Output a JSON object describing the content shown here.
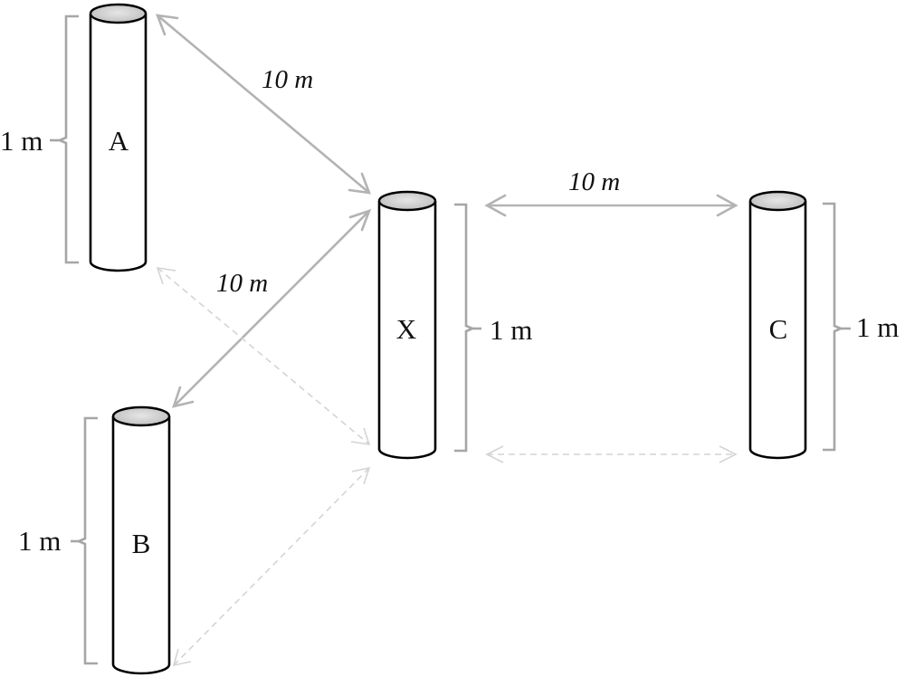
{
  "diagram": {
    "cylinders": [
      {
        "id": "A",
        "label": "A",
        "height_label": "1 m"
      },
      {
        "id": "B",
        "label": "B",
        "height_label": "1 m"
      },
      {
        "id": "X",
        "label": "X",
        "height_label": "1 m"
      },
      {
        "id": "C",
        "label": "C",
        "height_label": "1 m"
      }
    ],
    "distances": [
      {
        "from": "A",
        "to": "X",
        "label": "10 m",
        "style": "solid"
      },
      {
        "from": "X",
        "to": "B",
        "label": "10 m",
        "style": "solid"
      },
      {
        "from": "X",
        "to": "C",
        "label": "10 m",
        "style": "solid"
      },
      {
        "from": "A",
        "to": "X",
        "style": "dashed"
      },
      {
        "from": "X",
        "to": "B",
        "style": "dashed"
      },
      {
        "from": "X",
        "to": "C",
        "style": "dashed"
      }
    ],
    "colors": {
      "solid_arrow": "#b3b3b3",
      "dashed_arrow": "#d4d4d4",
      "bracket": "#a6a6a6",
      "cylinder_outline": "#000000",
      "cylinder_top_fill": "#d9d9d9"
    }
  }
}
